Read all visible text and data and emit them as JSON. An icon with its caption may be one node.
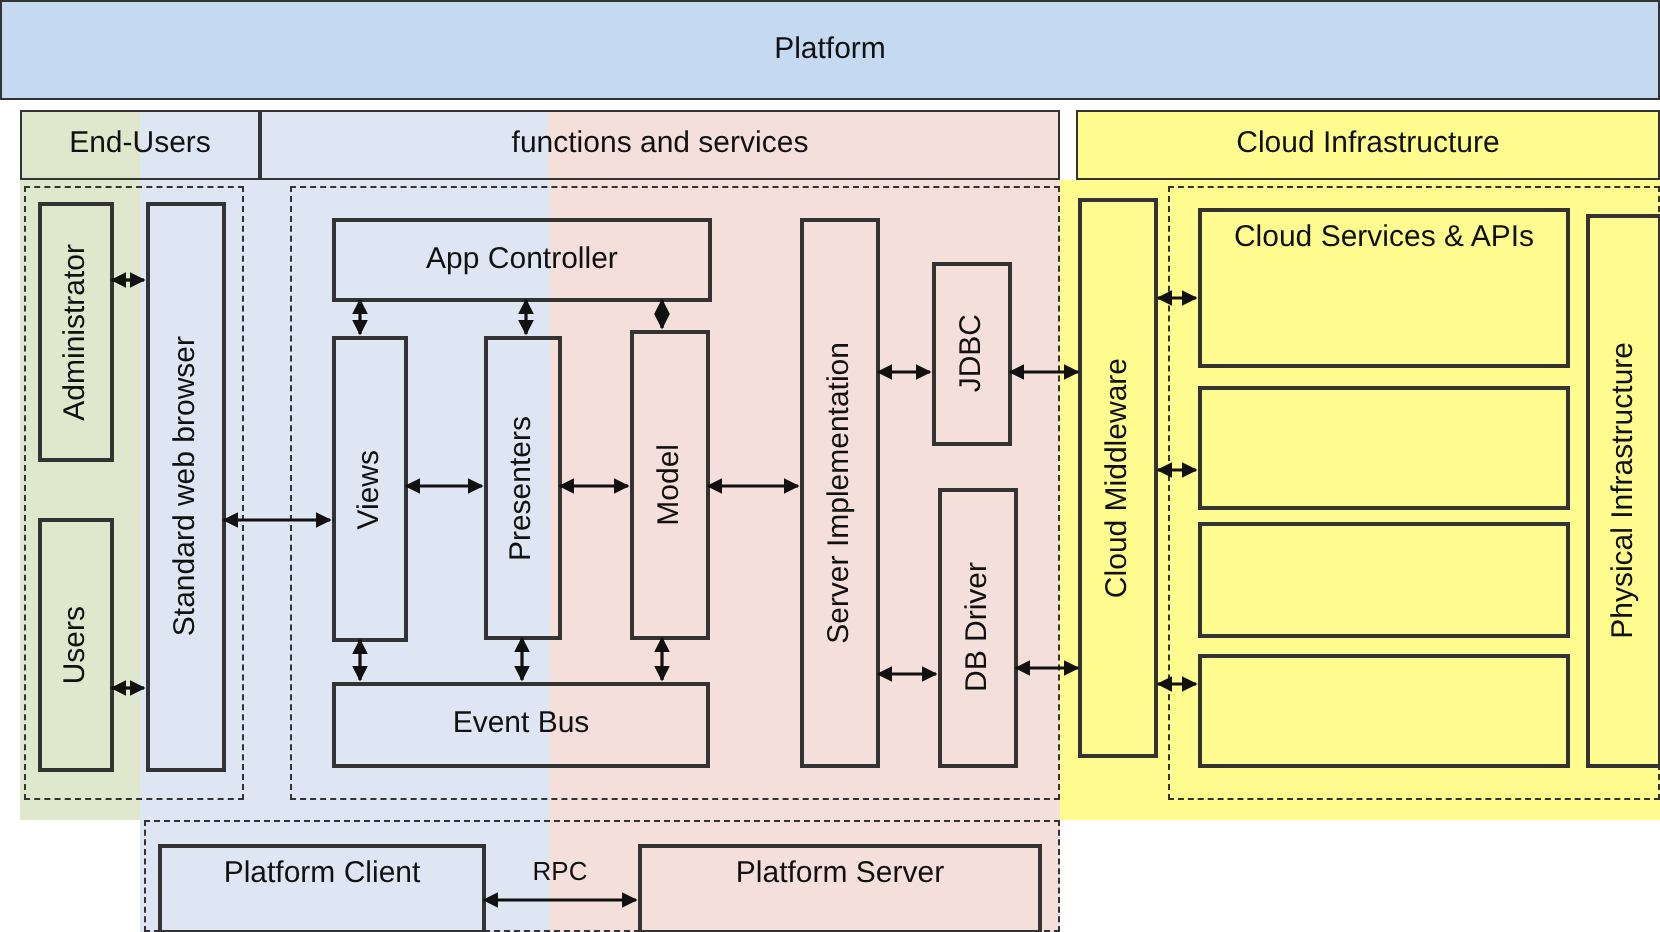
{
  "diagram": {
    "title": "Platform",
    "nodes": [
      {
        "text": [
          "End-Users"
        ]
      },
      {
        "text": [
          "functions and services"
        ]
      },
      {
        "text": [
          "Cloud Infrastructure"
        ]
      },
      {
        "text": [],
        "shape": "box"
      },
      {
        "text": [
          "Administrator"
        ],
        "in": 3
      },
      {
        "text": [
          "Users"
        ],
        "in": 3
      },
      {
        "text": [
          "Standard web browser"
        ],
        "in": 3
      },
      {
        "text": [],
        "shape": "box"
      },
      {
        "text": [
          "App Controller"
        ],
        "in": 7
      },
      {
        "text": [
          "Views"
        ],
        "in": 7
      },
      {
        "text": [
          "Presenters"
        ],
        "in": 7
      },
      {
        "text": [
          "Model"
        ],
        "in": 7
      },
      {
        "text": [
          "Event Bus"
        ],
        "in": 7
      },
      {
        "text": [
          "Server Implementation"
        ],
        "in": 7
      },
      {
        "text": [
          "JDBC"
        ],
        "in": 7
      },
      {
        "text": [
          "DB Driver"
        ],
        "in": 7
      },
      {
        "text": [
          "Cloud Middleware"
        ]
      },
      {
        "text": [],
        "shape": "box"
      },
      {
        "text": [
          "Cloud Services & APIs"
        ],
        "in": 17
      },
      {
        "text": [],
        "shape": "box",
        "in": 17
      },
      {
        "text": [],
        "shape": "box",
        "in": 17
      },
      {
        "text": [],
        "shape": "box",
        "in": 17
      },
      {
        "text": [
          "Physical Infrastructure"
        ],
        "in": 17
      },
      {
        "text": [],
        "shape": "box"
      },
      {
        "text": [
          "Platform Client"
        ],
        "in": 23
      },
      {
        "text": [
          "Platform Server"
        ],
        "in": 23
      }
    ],
    "edges": [
      {
        "from": 4,
        "to": 6,
        "arrow": "both"
      },
      {
        "from": 5,
        "to": 6,
        "arrow": "both"
      },
      {
        "from": 6,
        "to": 9,
        "arrow": "both"
      },
      {
        "from": 8,
        "to": 9,
        "arrow": "both"
      },
      {
        "from": 8,
        "to": 10,
        "arrow": "both"
      },
      {
        "from": 8,
        "to": 11,
        "arrow": "both"
      },
      {
        "from": 9,
        "to": 10,
        "arrow": "both"
      },
      {
        "from": 10,
        "to": 11,
        "arrow": "both"
      },
      {
        "from": 11,
        "to": 13,
        "arrow": "both"
      },
      {
        "from": 9,
        "to": 12,
        "arrow": "both"
      },
      {
        "from": 10,
        "to": 12,
        "arrow": "both"
      },
      {
        "from": 11,
        "to": 12,
        "arrow": "both"
      },
      {
        "from": 13,
        "to": 14,
        "arrow": "both"
      },
      {
        "from": 13,
        "to": 15,
        "arrow": "both"
      },
      {
        "from": 14,
        "to": 16,
        "arrow": "both"
      },
      {
        "from": 15,
        "to": 16,
        "arrow": "both"
      },
      {
        "from": 16,
        "to": 18,
        "arrow": "both"
      },
      {
        "from": 16,
        "to": 19,
        "arrow": "both"
      },
      {
        "from": 16,
        "to": 21,
        "arrow": "both"
      },
      {
        "from": 24,
        "to": 25,
        "arrow": "both",
        "label": "RPC"
      }
    ]
  }
}
